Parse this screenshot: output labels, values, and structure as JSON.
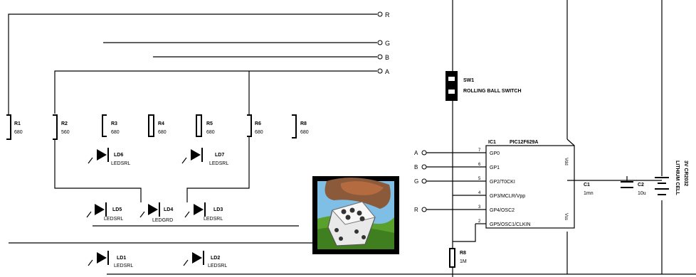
{
  "nets": {
    "top": "R",
    "g": "G",
    "b": "B",
    "a": "A"
  },
  "resistors": [
    {
      "ref": "R1",
      "value": "680"
    },
    {
      "ref": "R2",
      "value": "560"
    },
    {
      "ref": "R3",
      "value": "680"
    },
    {
      "ref": "R4",
      "value": "680"
    },
    {
      "ref": "R5",
      "value": "680"
    },
    {
      "ref": "R6",
      "value": "680"
    },
    {
      "ref": "R8",
      "value": "680"
    }
  ],
  "leds": [
    {
      "ref": "LD6",
      "part": "LEDSRL"
    },
    {
      "ref": "LD7",
      "part": "LEDSRL"
    },
    {
      "ref": "LD5",
      "part": "LEDSRL"
    },
    {
      "ref": "LD4",
      "part": "LEDGRD"
    },
    {
      "ref": "LD3",
      "part": "LEDSRL"
    },
    {
      "ref": "LD1",
      "part": "LEDSRL"
    },
    {
      "ref": "LD2",
      "part": "LEDSRL"
    }
  ],
  "switch": {
    "ref": "SW1",
    "name": "ROLLING BALL SWITCH"
  },
  "mcu": {
    "ref": "IC1",
    "part": "PIC12F629A",
    "vdd": "Vdd",
    "vss": "Vss",
    "pins": [
      {
        "num": "7",
        "name": "GP0"
      },
      {
        "num": "6",
        "name": "GP1"
      },
      {
        "num": "5",
        "name": "GP2/T0CKI"
      },
      {
        "num": "4",
        "name": "GP3/MCLR/Vpp"
      },
      {
        "num": "3",
        "name": "GP4/OSC2"
      },
      {
        "num": "2",
        "name": "GP5/OSC1/CLKIN"
      }
    ],
    "inputs": [
      "A",
      "B",
      "G",
      "R"
    ]
  },
  "capacitors": {
    "c1": {
      "ref": "C1",
      "value": "1mn"
    },
    "c2": {
      "ref": "C2",
      "value": "10u"
    }
  },
  "battery": {
    "name": "LITHIUM CELL",
    "voltage": "3V CR2032"
  },
  "r_bottom": {
    "ref": "R8",
    "value": "1M"
  },
  "icon": {
    "name": "dice-game-icon"
  }
}
